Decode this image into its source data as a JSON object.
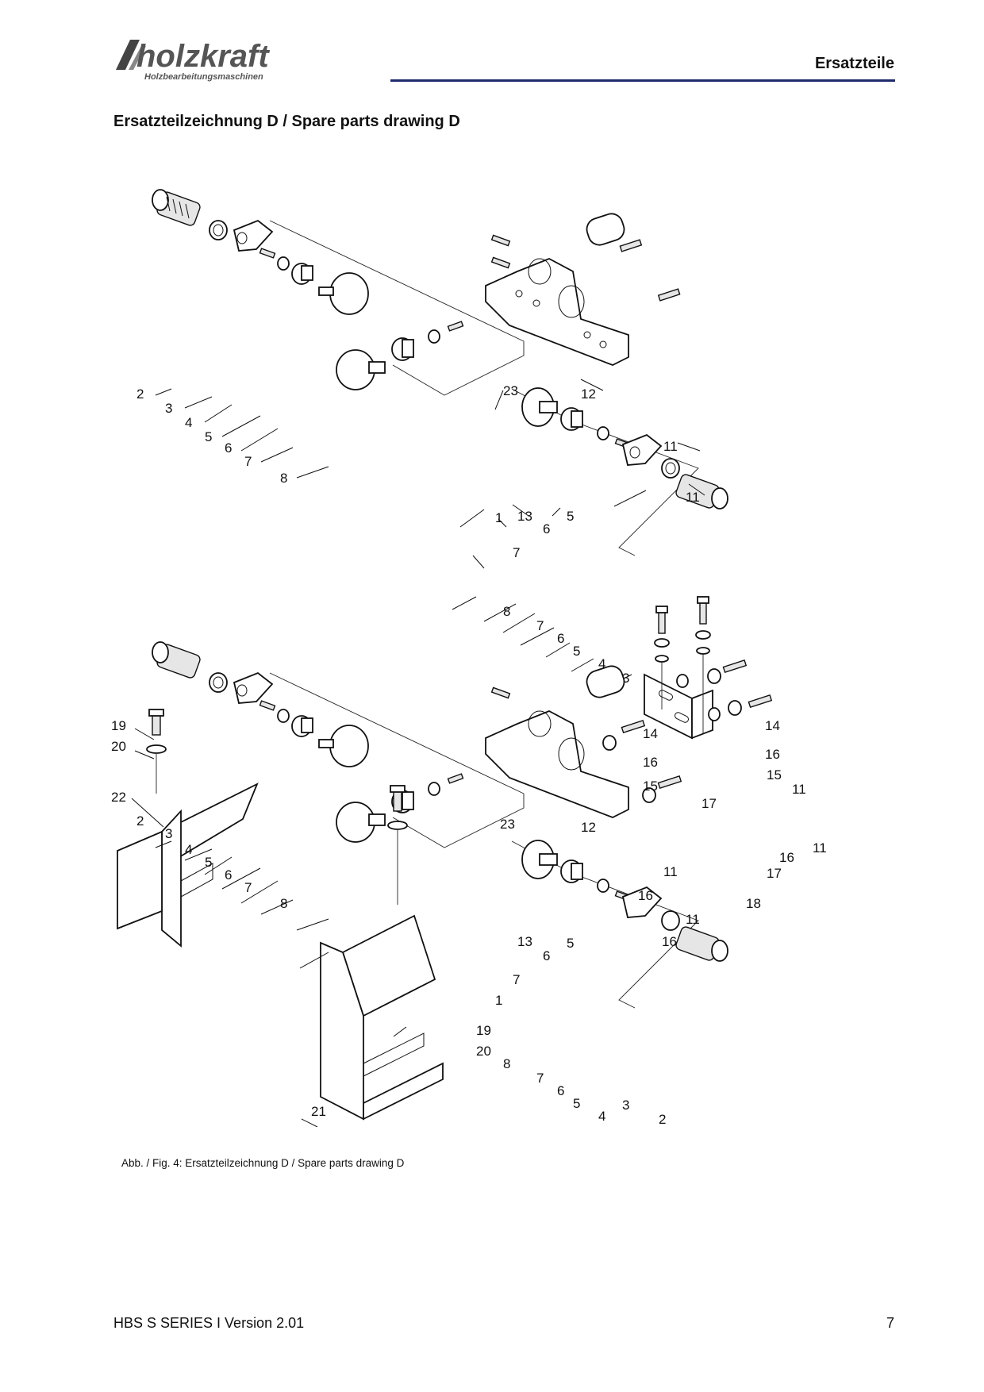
{
  "header": {
    "logo_text": "holzkraft",
    "logo_subtext": "Holzbearbeitungsmaschinen",
    "section": "Ersatzteile"
  },
  "page_title": "Ersatzteilzeichnung D / Spare parts drawing D",
  "drawing": {
    "labels": {
      "n1": "1",
      "n2": "2",
      "n3": "3",
      "n4": "4",
      "n5": "5",
      "n6": "6",
      "n7": "7",
      "n8": "8",
      "n11": "11",
      "n12": "12",
      "n13": "13",
      "n14": "14",
      "n15": "15",
      "n16": "16",
      "n17": "17",
      "n18": "18",
      "n19": "19",
      "n20": "20",
      "n21": "21",
      "n22": "22",
      "n23": "23"
    }
  },
  "caption": "Abb. / Fig. 4: Ersatzteilzeichnung D / Spare parts drawing D",
  "footer": {
    "doc": "HBS S SERIES I Version 2.01",
    "page": "7"
  },
  "colors": {
    "rule": "#1f2a6b",
    "logo": "#555555"
  }
}
